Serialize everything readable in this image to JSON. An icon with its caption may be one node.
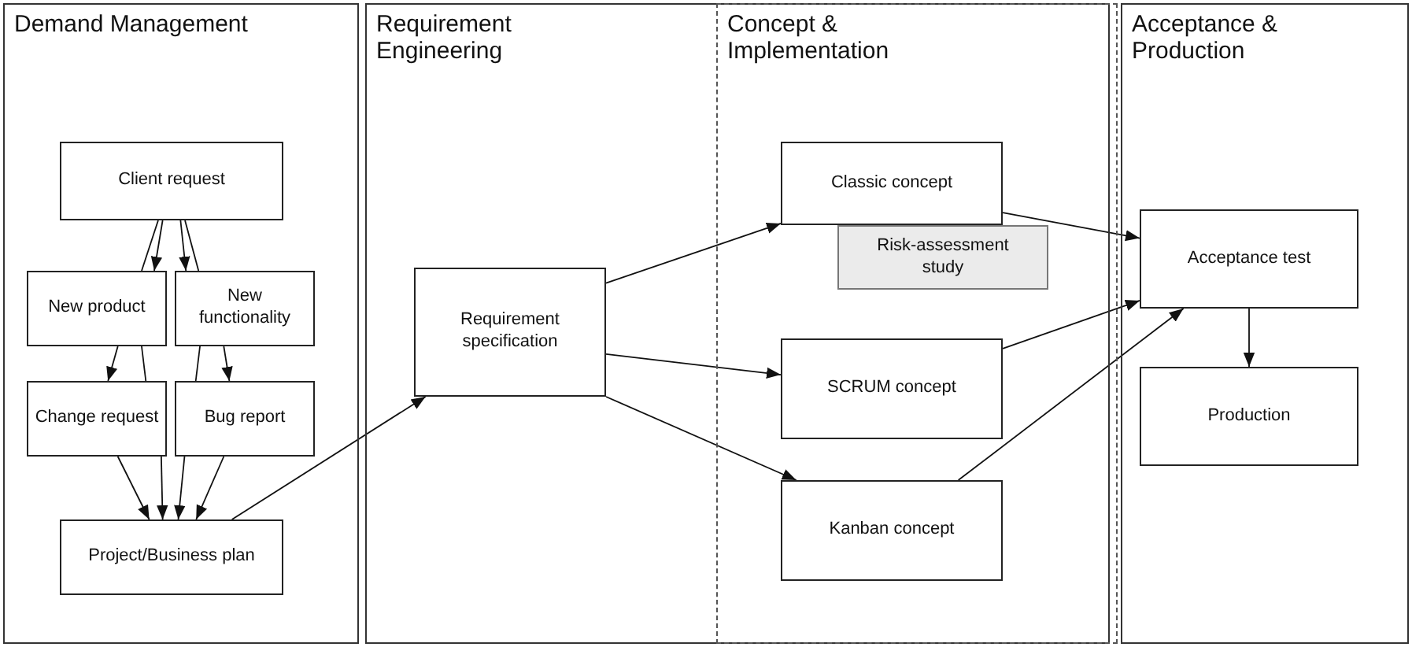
{
  "diagram": {
    "nodes": [
      {
        "text": [
          "Demand Management"
        ]
      },
      {
        "text": [
          "Client request"
        ],
        "in": 0
      },
      {
        "text": [
          "New product"
        ],
        "in": 0
      },
      {
        "text": [
          "New functionality"
        ],
        "in": 0
      },
      {
        "text": [
          "Change request"
        ],
        "in": 0
      },
      {
        "text": [
          "Bug report"
        ],
        "in": 0
      },
      {
        "text": [
          "Project/Business plan"
        ],
        "in": 0
      },
      {
        "text": [
          "Requirement Engineering"
        ]
      },
      {
        "text": [
          "Requirement specification"
        ],
        "in": 7
      },
      {
        "text": [
          "Concept & Implementation"
        ],
        "in": 7
      },
      {
        "text": [
          "Classic concept"
        ],
        "in": 9
      },
      {
        "text": [
          "Risk-assessment study"
        ],
        "in": 9
      },
      {
        "text": [
          "SCRUM concept"
        ],
        "in": 9
      },
      {
        "text": [
          "Kanban concept"
        ],
        "in": 9
      },
      {
        "text": [
          "Acceptance & Production"
        ]
      },
      {
        "text": [
          "Acceptance test"
        ],
        "in": 14
      },
      {
        "text": [
          "Production"
        ],
        "in": 14
      }
    ],
    "edges": [
      {
        "from": 1,
        "to": 2,
        "arrow": "to"
      },
      {
        "from": 1,
        "to": 2,
        "arrow": "none"
      },
      {
        "from": 1,
        "to": 3,
        "arrow": "to"
      },
      {
        "from": 1,
        "to": 3,
        "arrow": "none"
      },
      {
        "from": 2,
        "to": 4,
        "arrow": "to"
      },
      {
        "from": 2,
        "to": 4,
        "arrow": "none"
      },
      {
        "from": 3,
        "to": 5,
        "arrow": "none"
      },
      {
        "from": 3,
        "to": 5,
        "arrow": "to"
      },
      {
        "from": 4,
        "to": 6,
        "arrow": "to"
      },
      {
        "from": 4,
        "to": 6,
        "arrow": "to"
      },
      {
        "from": 5,
        "to": 6,
        "arrow": "to"
      },
      {
        "from": 5,
        "to": 6,
        "arrow": "to"
      },
      {
        "from": 6,
        "to": 8,
        "arrow": "to"
      },
      {
        "from": 8,
        "to": 10,
        "arrow": "to"
      },
      {
        "from": 8,
        "to": 12,
        "arrow": "to"
      },
      {
        "from": 8,
        "to": 13,
        "arrow": "to"
      },
      {
        "from": 10,
        "to": 15,
        "arrow": "to"
      },
      {
        "from": 12,
        "to": 15,
        "arrow": "to"
      },
      {
        "from": 13,
        "to": 15,
        "arrow": "to"
      },
      {
        "from": 15,
        "to": 16,
        "arrow": "to"
      }
    ]
  }
}
